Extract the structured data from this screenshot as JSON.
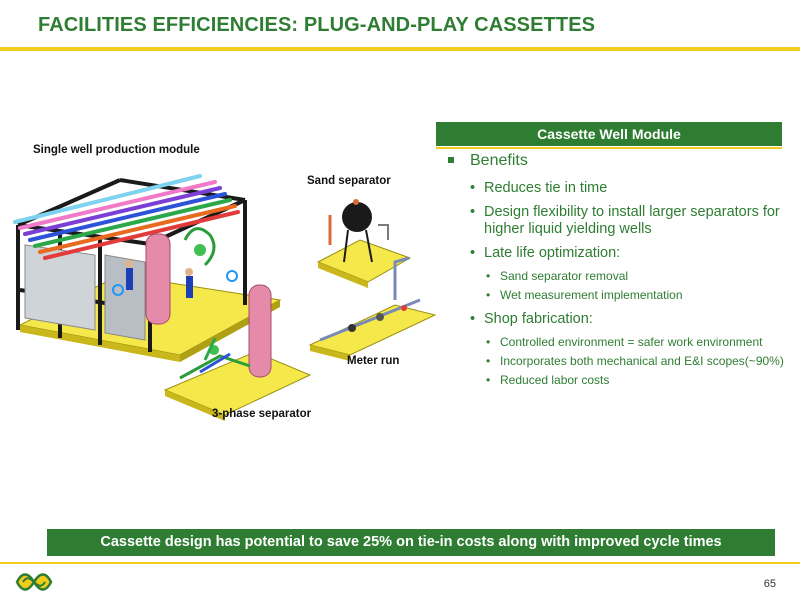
{
  "slide": {
    "title": "FACILITIES EFFICIENCIES: PLUG-AND-PLAY CASSETTES",
    "page_number": "65"
  },
  "figure": {
    "labels": {
      "single_well": "Single well production module",
      "sand_separator": "Sand separator",
      "meter_run": "Meter run",
      "three_phase": "3-phase separator"
    }
  },
  "panel": {
    "header": "Cassette Well Module",
    "heading": "Benefits",
    "items": [
      {
        "text": "Reduces tie in time",
        "sub": []
      },
      {
        "text": "Design flexibility to install larger separators for higher liquid yielding wells",
        "sub": []
      },
      {
        "text": "Late life optimization:",
        "sub": [
          "Sand separator removal",
          "Wet measurement implementation"
        ]
      },
      {
        "text": "Shop fabrication:",
        "sub": [
          "Controlled environment = safer work environment",
          "Incorporates both mechanical and E&I scopes(~90%)",
          "Reduced labor costs"
        ]
      }
    ]
  },
  "banner": "Cassette design has potential to save 25% on tie-in costs along with improved cycle times",
  "colors": {
    "green": "#2e7d32",
    "yellow": "#f2cc1c"
  }
}
